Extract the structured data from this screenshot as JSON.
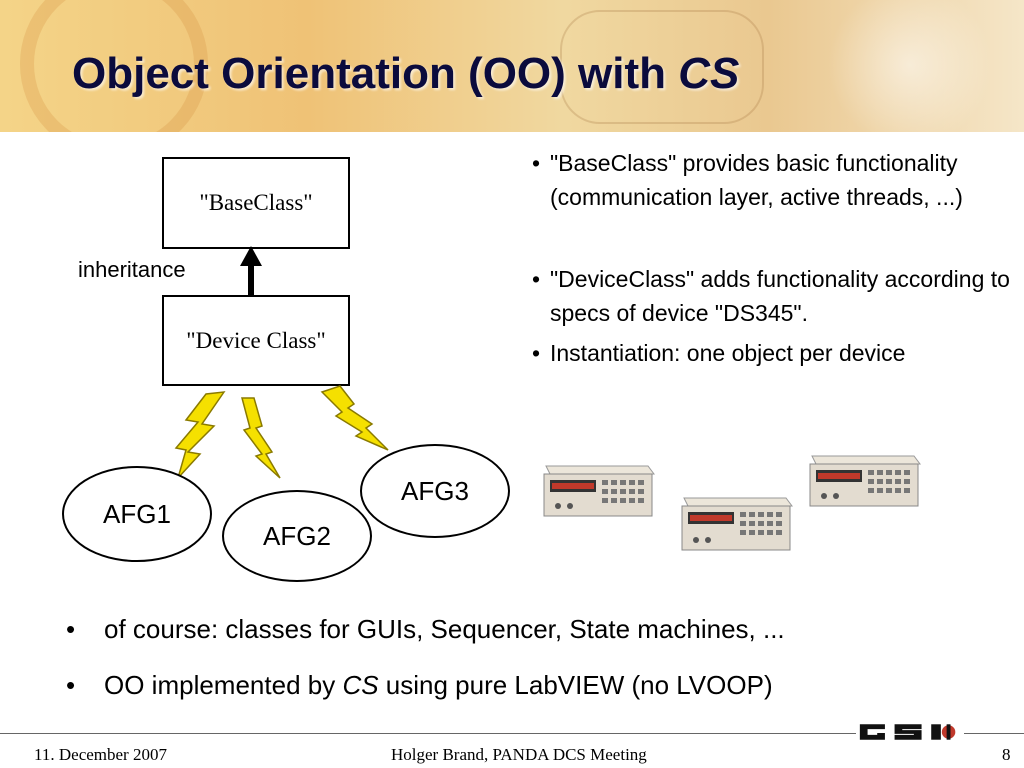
{
  "slide": {
    "title_main": "Object Orientation (OO) with ",
    "title_italic": "CS"
  },
  "diagram": {
    "base_class": "\"BaseClass\"",
    "device_class": "\"Device Class\"",
    "inheritance_label": "inheritance",
    "instances": [
      "AFG1",
      "AFG2",
      "AFG3"
    ]
  },
  "bullets": [
    "\"BaseClass\" provides basic functionality (communication layer, active threads, ...)",
    "\"DeviceClass\" adds functionality according to specs of device \"DS345\".",
    "Instantiation: one object per device"
  ],
  "bottom_bullets": {
    "first": "of course: classes for GUIs, Sequencer, State machines, ...",
    "second_pre": "OO implemented by ",
    "second_italic": "CS",
    "second_post": " using pure LabVIEW (no LVOOP)"
  },
  "footer": {
    "date": "11. December 2007",
    "center": "Holger Brand, PANDA DCS Meeting",
    "page": "8"
  },
  "logo": {
    "text": "GSI"
  },
  "colors": {
    "title": "#0b0b3d",
    "lightning": "#f5e000"
  }
}
